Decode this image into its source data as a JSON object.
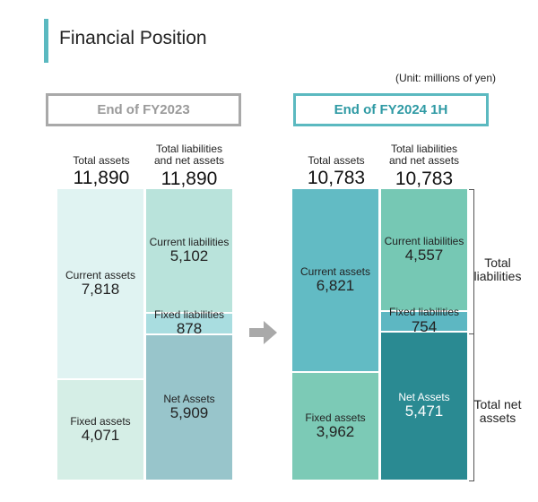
{
  "header": {
    "title": "Financial Position",
    "unit": "(Unit: millions of yen)"
  },
  "colors": {
    "accent": "#5bb9c0",
    "fy2023": {
      "current_assets": "#e0f3f2",
      "fixed_assets": "#d5eee6",
      "current_liabilities": "#b9e3db",
      "fixed_liabilities": "#a9dde0",
      "net_assets": "#98c5cb"
    },
    "fy2024": {
      "current_assets": "#62bbc4",
      "fixed_assets": "#7ccab6",
      "current_liabilities": "#76c8b4",
      "fixed_liabilities": "#5db7c2",
      "net_assets": "#2a8a92"
    }
  },
  "chart_data": [
    {
      "type": "bar",
      "period": "End of FY2023",
      "total_assets": {
        "label": "Total assets",
        "value": 11890,
        "display": "11,890"
      },
      "total_liabilities_net_assets": {
        "label": "Total liabilities and net assets",
        "line1": "Total liabilities",
        "line2": "and net assets",
        "value": 11890,
        "display": "11,890"
      },
      "assets": [
        {
          "key": "current_assets",
          "label": "Current assets",
          "value": 7818,
          "display": "7,818"
        },
        {
          "key": "fixed_assets",
          "label": "Fixed assets",
          "value": 4071,
          "display": "4,071"
        }
      ],
      "liabilities_net_assets": [
        {
          "key": "current_liabilities",
          "label": "Current liabilities",
          "value": 5102,
          "display": "5,102"
        },
        {
          "key": "fixed_liabilities",
          "label": "Fixed liabilities",
          "value": 878,
          "display": "878"
        },
        {
          "key": "net_assets",
          "label": "Net Assets",
          "value": 5909,
          "display": "5,909"
        }
      ]
    },
    {
      "type": "bar",
      "period": "End of FY2024 1H",
      "total_assets": {
        "label": "Total assets",
        "value": 10783,
        "display": "10,783"
      },
      "total_liabilities_net_assets": {
        "label": "Total liabilities and net assets",
        "line1": "Total liabilities",
        "line2": "and net assets",
        "value": 10783,
        "display": "10,783"
      },
      "assets": [
        {
          "key": "current_assets",
          "label": "Current assets",
          "value": 6821,
          "display": "6,821"
        },
        {
          "key": "fixed_assets",
          "label": "Fixed assets",
          "value": 3962,
          "display": "3,962"
        }
      ],
      "liabilities_net_assets": [
        {
          "key": "current_liabilities",
          "label": "Current liabilities",
          "value": 4557,
          "display": "4,557"
        },
        {
          "key": "fixed_liabilities",
          "label": "Fixed liabilities",
          "value": 754,
          "display": "754"
        },
        {
          "key": "net_assets",
          "label": "Net Assets",
          "value": 5471,
          "display": "5,471"
        }
      ]
    }
  ],
  "annotations": {
    "total_liabilities": {
      "line1": "Total",
      "line2": "liabilities"
    },
    "total_net_assets": {
      "line1": "Total net",
      "line2": "assets"
    }
  }
}
